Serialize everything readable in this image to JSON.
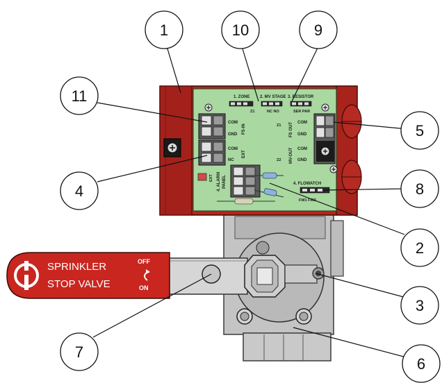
{
  "callouts": [
    {
      "id": "1",
      "label": "1"
    },
    {
      "id": "2",
      "label": "2"
    },
    {
      "id": "3",
      "label": "3"
    },
    {
      "id": "4",
      "label": "4"
    },
    {
      "id": "5",
      "label": "5"
    },
    {
      "id": "6",
      "label": "6"
    },
    {
      "id": "7",
      "label": "7"
    },
    {
      "id": "8",
      "label": "8"
    },
    {
      "id": "9",
      "label": "9"
    },
    {
      "id": "10",
      "label": "10"
    },
    {
      "id": "11",
      "label": "11"
    }
  ],
  "pcb": {
    "zone": "1. ZONE",
    "mv_stage": "2. MV STAGE",
    "resistor": "3. RESISTOR",
    "z1_small": "Z1",
    "nc_no": "NC NO",
    "ser_par": "SER PAR",
    "com_1": "COM",
    "gnd_1": "GND",
    "com_2": "COM",
    "nc_2": "NC",
    "fs_in": "FS-IN",
    "ext": "EXT",
    "z1": "Z1",
    "z2": "Z2",
    "fs_out": "FS OUT",
    "mv_out": "MV-OUT",
    "com_r1": "COM",
    "gnd_r1": "GND",
    "com_r2": "COM",
    "gnd_r2": "GND",
    "alarm": "4. ALARM",
    "panel": "PANEL",
    "ext_small": "EXT",
    "flowatch": "4. FLOWATCH",
    "fw1_fw2": "FW1  FW2"
  },
  "handle": {
    "line1": "SPRINKLER",
    "line2": "STOP VALVE",
    "off": "OFF",
    "on": "ON"
  },
  "colors": {
    "housing_red": "#b3261e",
    "housing_dark": "#7a1712",
    "pcb_green": "#a9d8a1",
    "valve_gray": "#c9c9c9",
    "handle_red": "#c8261f"
  }
}
